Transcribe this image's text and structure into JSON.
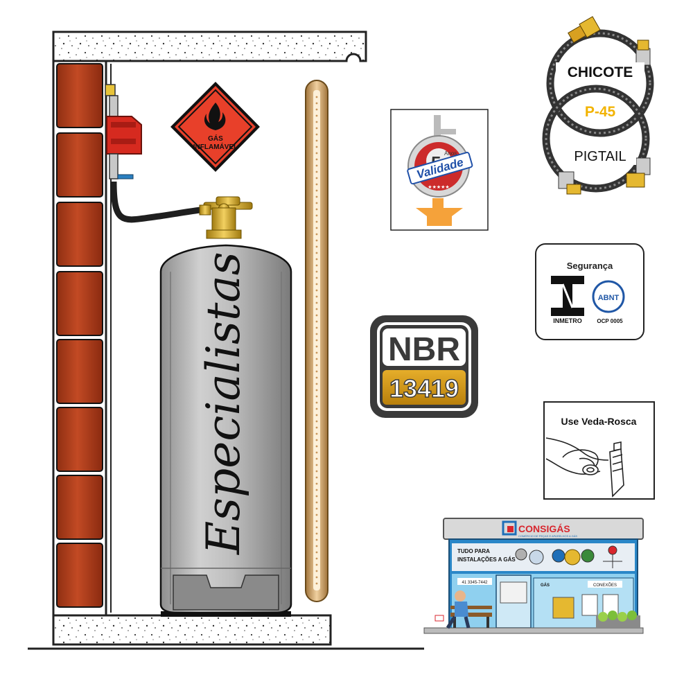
{
  "warning_sign": {
    "line1": "GÁS",
    "line2": "INFLAMÁVEL",
    "color": "#e8402a"
  },
  "cylinder": {
    "brand_text": "Especialistas",
    "body_color": "#b5b5b5"
  },
  "validity_badge": {
    "years": "5",
    "years_label": "Anos",
    "of_label": "de",
    "word": "Validade"
  },
  "nbr_badge": {
    "line1": "NBR",
    "line2": "13419",
    "gold": "#d49a1a",
    "dark": "#3a3a3a"
  },
  "hose_badge": {
    "top": "CHICOTE",
    "middle": "P-45",
    "bottom": "PIGTAIL",
    "accent": "#f2b300"
  },
  "safety_badge": {
    "title": "Segurança",
    "inmetro": "INMETRO",
    "abnt": "ABNT",
    "ocp": "OCP 0005"
  },
  "tape_badge": {
    "title": "Use Veda-Rosca"
  },
  "store": {
    "name": "CONSIGÁS",
    "tagline": "COMÉRCIO DE PEÇAS E APARELHOS A GÁS",
    "slogan_line1": "TUDO PARA",
    "slogan_line2": "INSTALAÇÕES A GÁS",
    "phone": "41 3345-7442",
    "sign_gas": "GÁS",
    "sign_connections": "CONEXÕES",
    "brand_blue": "#1f6fb8",
    "brand_red": "#d8262e"
  }
}
